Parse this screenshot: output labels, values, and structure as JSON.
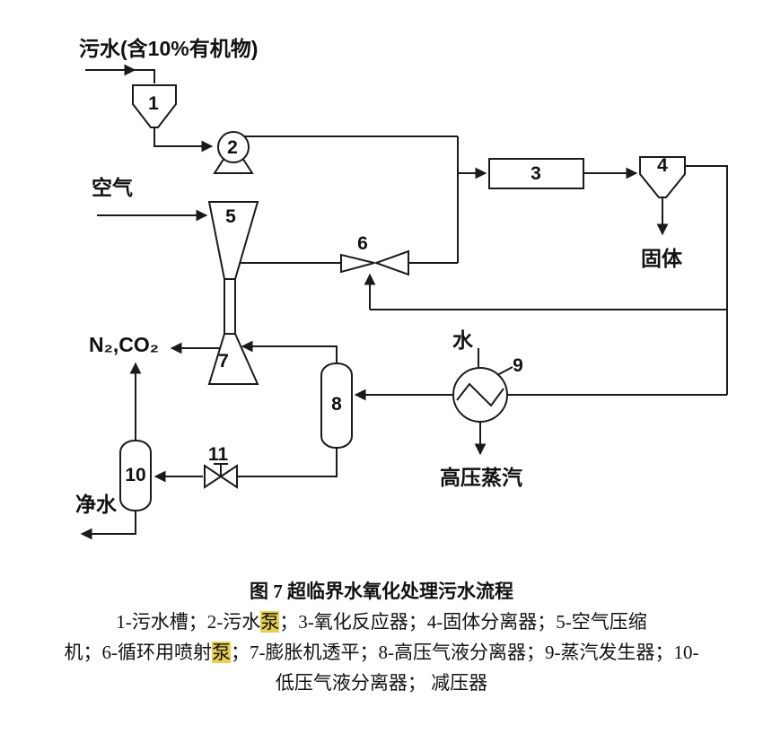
{
  "figure": {
    "labels": {
      "feed": "污水(含10%有机物)",
      "air": "空气",
      "exhaust": "N₂,CO₂",
      "water": "水",
      "solids": "固体",
      "hp_steam": "高压蒸汽",
      "clean_water": "净水"
    },
    "nums": [
      "1",
      "2",
      "3",
      "4",
      "5",
      "6",
      "7",
      "8",
      "9",
      "10",
      "11"
    ],
    "colors": {
      "line": "#1a1a1a",
      "highlight": "#e6cf52",
      "background": "#ffffff"
    }
  },
  "caption": {
    "title": "图 7 超临界水氧化处理污水流程",
    "line1": {
      "pre": "1-污水槽；2-污水",
      "hl": "泵",
      "post": "；3-氧化反应器；4-固体分离器；5-空气压缩"
    },
    "line2": {
      "pre": "机；6-循环用喷射",
      "hl": "泵",
      "post": "；7-膨胀机透平；8-高压气液分离器；9-蒸汽发生器；10-"
    },
    "line3": "低压气液分离器； 减压器"
  }
}
